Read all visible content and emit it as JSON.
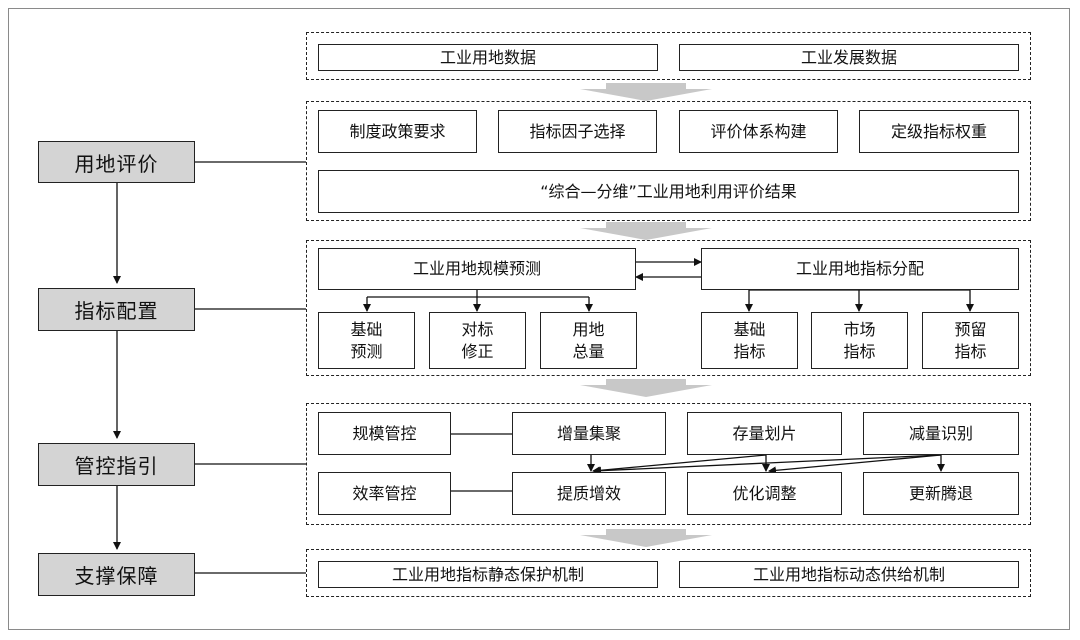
{
  "stages": [
    "用地评价",
    "指标配置",
    "管控指引",
    "支撑保障"
  ],
  "group1": {
    "left": "工业用地数据",
    "right": "工业发展数据"
  },
  "group2": {
    "items": [
      "制度政策要求",
      "指标因子选择",
      "评价体系构建",
      "定级指标权重"
    ],
    "result": "“综合—分维”工业用地利用评价结果"
  },
  "group3": {
    "left_head": "工业用地规模预测",
    "right_head": "工业用地指标分配",
    "left_items": [
      "基础\n预测",
      "对标\n修正",
      "用地\n总量"
    ],
    "right_items": [
      "基础\n指标",
      "市场\n指标",
      "预留\n指标"
    ]
  },
  "group4": {
    "row1": [
      "规模管控",
      "增量集聚",
      "存量划片",
      "减量识别"
    ],
    "row2": [
      "效率管控",
      "提质增效",
      "优化调整",
      "更新腾退"
    ]
  },
  "group5": {
    "left": "工业用地指标静态保护机制",
    "right": "工业用地指标动态供给机制"
  },
  "colors": {
    "stage_fill": "#d4d4d4",
    "flow_arrow": "#c8c8c8",
    "line": "#222222"
  }
}
